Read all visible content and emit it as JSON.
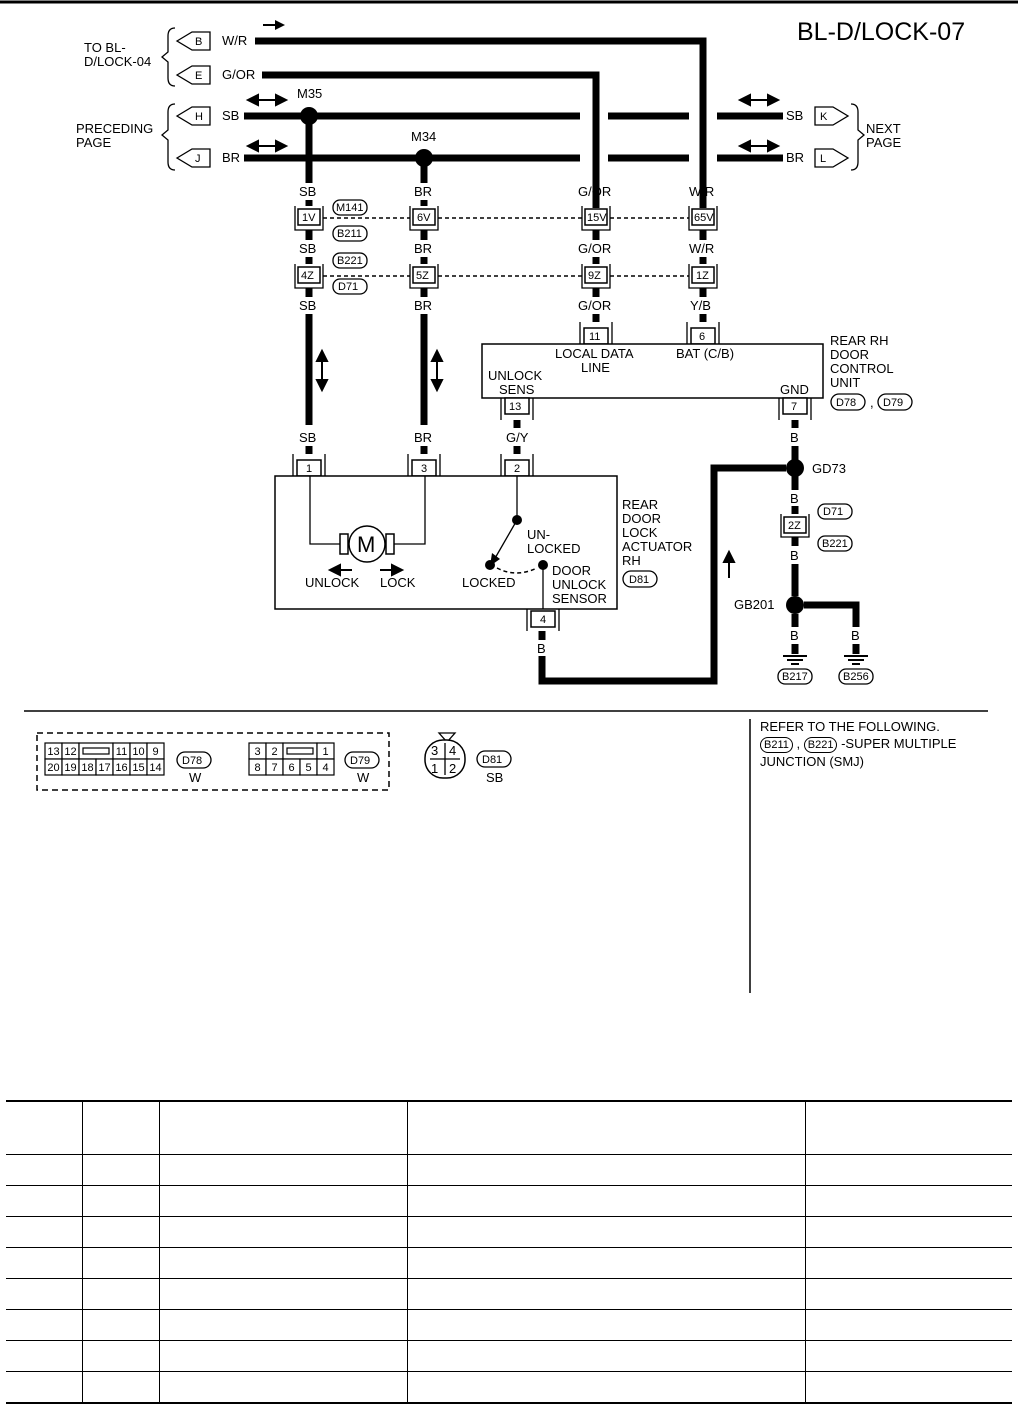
{
  "title": "BL-D/LOCK-07",
  "offpage": {
    "to_bl_line1": "TO BL-",
    "to_bl_line2": "D/LOCK-04",
    "preceding_line1": "PRECEDING",
    "preceding_line2": "PAGE",
    "next_line1": "NEXT",
    "next_line2": "PAGE",
    "B": "B",
    "E": "E",
    "H": "H",
    "J": "J",
    "K": "K",
    "L": "L"
  },
  "wires": {
    "wr": "W/R",
    "gor": "G/OR",
    "sb": "SB",
    "br": "BR",
    "yb": "Y/B",
    "gy": "G/Y",
    "b": "B"
  },
  "splices": {
    "m35": "M35",
    "m34": "M34",
    "gd73": "GD73",
    "gb201": "GB201"
  },
  "connectors": {
    "c1v": "1V",
    "c6v": "6V",
    "c15v": "15V",
    "c65v": "65V",
    "c4z": "4Z",
    "c5z": "5Z",
    "c9z": "9Z",
    "c1z": "1Z",
    "c2z": "2Z",
    "m141": "M141",
    "b211": "B211",
    "b221": "B221",
    "d71": "D71",
    "d78": "D78",
    "d79": "D79",
    "d81": "D81",
    "b217": "B217",
    "b256": "B256"
  },
  "unit": {
    "name_line1": "REAR RH",
    "name_line2": "DOOR",
    "name_line3": "CONTROL",
    "name_line4": "UNIT",
    "comma": ",",
    "pin11": "11",
    "pin6": "6",
    "pin13": "13",
    "pin7": "7",
    "local_data_line1": "LOCAL DATA",
    "local_data_line2": "LINE",
    "bat": "BAT (C/B)",
    "unlock_sens_line1": "UNLOCK",
    "unlock_sens_line2": "SENS",
    "gnd": "GND"
  },
  "actuator": {
    "name_line1": "REAR",
    "name_line2": "DOOR",
    "name_line3": "LOCK",
    "name_line4": "ACTUATOR",
    "name_line5": "RH",
    "pin1": "1",
    "pin3": "3",
    "pin2": "2",
    "pin4": "4",
    "motor": "M",
    "unlock": "UNLOCK",
    "lock": "LOCK",
    "un_locked_line1": "UN-",
    "un_locked_line2": "LOCKED",
    "locked": "LOCKED",
    "sensor_line1": "DOOR",
    "sensor_line2": "UNLOCK",
    "sensor_line3": "SENSOR"
  },
  "connector_views": {
    "d78_top": [
      "13",
      "12",
      "",
      "11",
      "10",
      "9"
    ],
    "d78_bottom": [
      "20",
      "19",
      "18",
      "17",
      "16",
      "15",
      "14"
    ],
    "d78_label": "D78",
    "d78_color": "W",
    "d79_top": [
      "3",
      "2",
      "",
      "1"
    ],
    "d79_bottom": [
      "8",
      "7",
      "6",
      "5",
      "4"
    ],
    "d79_label": "D79",
    "d79_color": "W",
    "d81_pins": [
      "3",
      "4",
      "1",
      "2"
    ],
    "d81_label": "D81",
    "d81_color": "SB"
  },
  "reference": {
    "line1": "REFER TO THE FOLLOWING.",
    "b211": "B211",
    "sep": ",",
    "b221": "B221",
    "desc_line1": "-SUPER MULTIPLE",
    "desc_line2": "JUNCTION (SMJ)"
  },
  "table": {
    "rows": 8
  }
}
